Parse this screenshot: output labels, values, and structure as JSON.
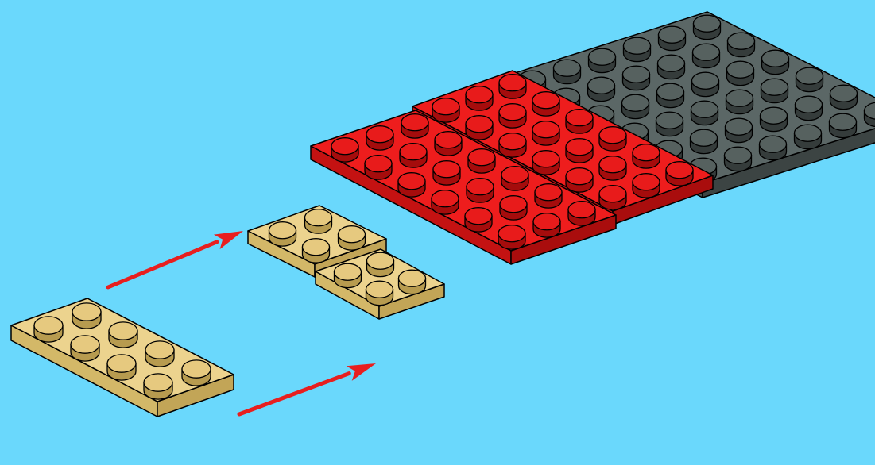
{
  "background_color": "#6ad8fc",
  "outline_color": "#000000",
  "arrow_color": "#e81e1e",
  "palette": {
    "tan": {
      "top": "#ecd38e",
      "left": "#d3b868",
      "right": "#c2a557",
      "stud_top": "#e6c97f",
      "stud_side": "#b79b4f"
    },
    "red": {
      "top": "#ee1d1d",
      "left": "#c41212",
      "right": "#a90d0d",
      "stud_top": "#e81b1b",
      "stud_side": "#a50c0c"
    },
    "gray": {
      "top": "#5b6766",
      "left": "#47514f",
      "right": "#3c4443",
      "stud_top": "#56615f",
      "stud_side": "#353c3b"
    }
  },
  "plates": [
    {
      "id": "gray-plate",
      "color": "gray",
      "studs_wide": 6,
      "studs_long": 6
    },
    {
      "id": "red-plate-2",
      "color": "red",
      "studs_wide": 3,
      "studs_long": 6
    },
    {
      "id": "red-plate-1",
      "color": "red",
      "studs_wide": 3,
      "studs_long": 6
    },
    {
      "id": "tan-plate-upper",
      "color": "tan",
      "studs_wide": 2,
      "studs_long": 2
    },
    {
      "id": "tan-plate-lower",
      "color": "tan",
      "studs_wide": 2,
      "studs_long": 2
    },
    {
      "id": "loose-tan-plate",
      "color": "tan",
      "studs_wide": 2,
      "studs_long": 4
    }
  ],
  "arrows": [
    {
      "id": "arrow-top",
      "from": "loose-tan-plate",
      "to": "tan-plate-upper"
    },
    {
      "id": "arrow-bottom",
      "from": "loose-tan-plate",
      "to": "tan-plate-lower"
    }
  ]
}
